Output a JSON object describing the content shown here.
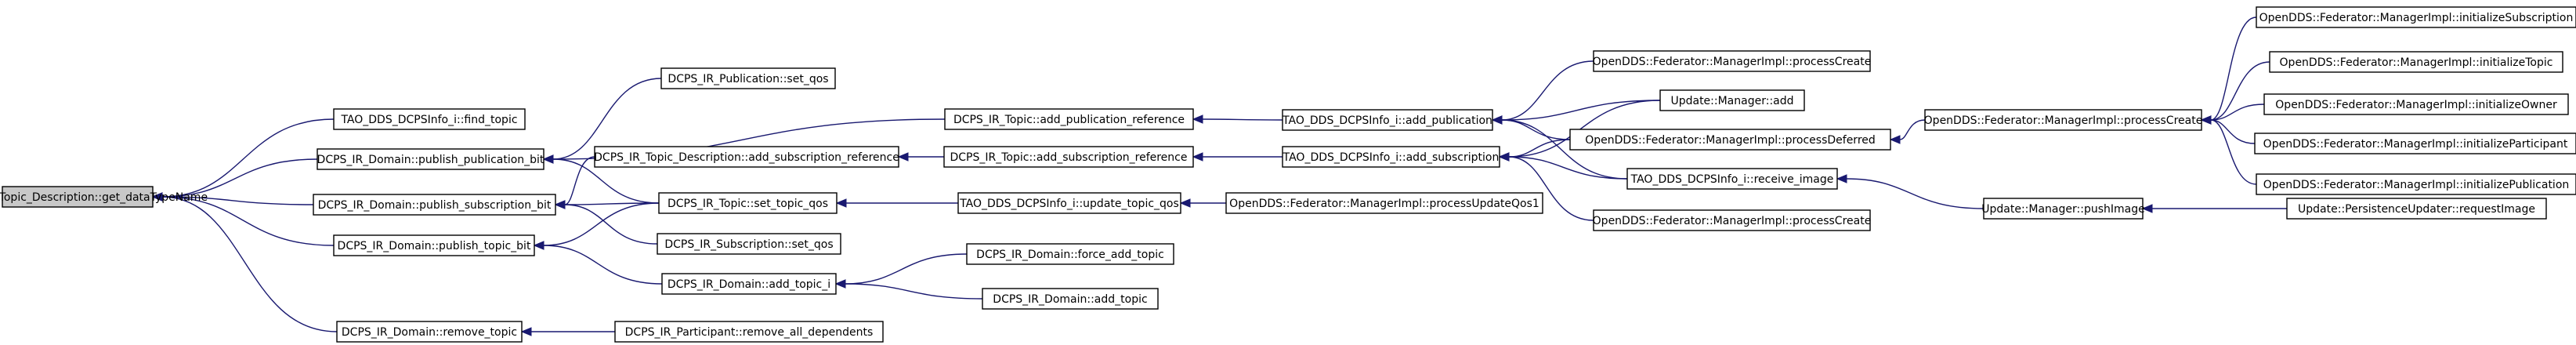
{
  "graph": {
    "nodes": [
      {
        "id": "root",
        "label": "DCPS_IR_Topic_Description::get_dataTypeName",
        "root": true
      },
      {
        "id": "find_topic",
        "label": "TAO_DDS_DCPSInfo_i::find_topic"
      },
      {
        "id": "publish_publication_bit",
        "label": "DCPS_IR_Domain::publish_publication_bit"
      },
      {
        "id": "publish_subscription_bit",
        "label": "DCPS_IR_Domain::publish_subscription_bit"
      },
      {
        "id": "publish_topic_bit",
        "label": "DCPS_IR_Domain::publish_topic_bit"
      },
      {
        "id": "remove_topic",
        "label": "DCPS_IR_Domain::remove_topic"
      },
      {
        "id": "pub_set_qos",
        "label": "DCPS_IR_Publication::set_qos"
      },
      {
        "id": "add_subscription_reference_td",
        "label": "DCPS_IR_Topic_Description::add_subscription_reference"
      },
      {
        "id": "set_topic_qos",
        "label": "DCPS_IR_Topic::set_topic_qos"
      },
      {
        "id": "sub_set_qos",
        "label": "DCPS_IR_Subscription::set_qos"
      },
      {
        "id": "add_topic_i",
        "label": "DCPS_IR_Domain::add_topic_i"
      },
      {
        "id": "remove_all_dependents",
        "label": "DCPS_IR_Participant::remove_all_dependents"
      },
      {
        "id": "add_publication_reference",
        "label": "DCPS_IR_Topic::add_publication_reference"
      },
      {
        "id": "add_subscription_reference",
        "label": "DCPS_IR_Topic::add_subscription_reference"
      },
      {
        "id": "update_topic_qos",
        "label": "TAO_DDS_DCPSInfo_i::update_topic_qos"
      },
      {
        "id": "force_add_topic",
        "label": "DCPS_IR_Domain::force_add_topic"
      },
      {
        "id": "add_topic",
        "label": "DCPS_IR_Domain::add_topic"
      },
      {
        "id": "add_publication",
        "label": "TAO_DDS_DCPSInfo_i::add_publication"
      },
      {
        "id": "add_subscription",
        "label": "TAO_DDS_DCPSInfo_i::add_subscription"
      },
      {
        "id": "processUpdateQos1",
        "label": "OpenDDS::Federator::ManagerImpl::processUpdateQos1"
      },
      {
        "id": "processCreate_a",
        "label": "OpenDDS::Federator::ManagerImpl::processCreate"
      },
      {
        "id": "manager_add",
        "label": "Update::Manager::add"
      },
      {
        "id": "processDeferred",
        "label": "OpenDDS::Federator::ManagerImpl::processDeferred"
      },
      {
        "id": "receive_image",
        "label": "TAO_DDS_DCPSInfo_i::receive_image"
      },
      {
        "id": "processCreate_b",
        "label": "OpenDDS::Federator::ManagerImpl::processCreate"
      },
      {
        "id": "processCreate_c",
        "label": "OpenDDS::Federator::ManagerImpl::processCreate"
      },
      {
        "id": "pushImage",
        "label": "Update::Manager::pushImage"
      },
      {
        "id": "initializeSubscription",
        "label": "OpenDDS::Federator::ManagerImpl::initializeSubscription"
      },
      {
        "id": "initializeTopic",
        "label": "OpenDDS::Federator::ManagerImpl::initializeTopic"
      },
      {
        "id": "initializeOwner",
        "label": "OpenDDS::Federator::ManagerImpl::initializeOwner"
      },
      {
        "id": "initializeParticipant",
        "label": "OpenDDS::Federator::ManagerImpl::initializeParticipant"
      },
      {
        "id": "initializePublication",
        "label": "OpenDDS::Federator::ManagerImpl::initializePublication"
      },
      {
        "id": "requestImage",
        "label": "Update::PersistenceUpdater::requestImage"
      }
    ],
    "edges": [
      [
        "root",
        "find_topic"
      ],
      [
        "root",
        "publish_publication_bit"
      ],
      [
        "root",
        "publish_subscription_bit"
      ],
      [
        "root",
        "publish_topic_bit"
      ],
      [
        "root",
        "remove_topic"
      ],
      [
        "publish_publication_bit",
        "pub_set_qos"
      ],
      [
        "publish_publication_bit",
        "add_publication_reference"
      ],
      [
        "publish_publication_bit",
        "set_topic_qos"
      ],
      [
        "publish_subscription_bit",
        "add_subscription_reference_td"
      ],
      [
        "publish_subscription_bit",
        "set_topic_qos"
      ],
      [
        "publish_subscription_bit",
        "sub_set_qos"
      ],
      [
        "publish_topic_bit",
        "set_topic_qos"
      ],
      [
        "publish_topic_bit",
        "add_topic_i"
      ],
      [
        "remove_topic",
        "remove_all_dependents"
      ],
      [
        "add_subscription_reference_td",
        "add_subscription_reference"
      ],
      [
        "set_topic_qos",
        "update_topic_qos"
      ],
      [
        "add_topic_i",
        "force_add_topic"
      ],
      [
        "add_topic_i",
        "add_topic"
      ],
      [
        "add_publication_reference",
        "add_publication"
      ],
      [
        "add_subscription_reference",
        "add_subscription"
      ],
      [
        "update_topic_qos",
        "processUpdateQos1"
      ],
      [
        "add_publication",
        "processCreate_a"
      ],
      [
        "add_publication",
        "manager_add"
      ],
      [
        "add_publication",
        "processDeferred"
      ],
      [
        "add_publication",
        "receive_image"
      ],
      [
        "add_subscription",
        "manager_add"
      ],
      [
        "add_subscription",
        "processDeferred"
      ],
      [
        "add_subscription",
        "receive_image"
      ],
      [
        "add_subscription",
        "processCreate_b"
      ],
      [
        "processDeferred",
        "processCreate_c"
      ],
      [
        "receive_image",
        "pushImage"
      ],
      [
        "processCreate_c",
        "initializeSubscription"
      ],
      [
        "processCreate_c",
        "initializeTopic"
      ],
      [
        "processCreate_c",
        "initializeOwner"
      ],
      [
        "processCreate_c",
        "initializeParticipant"
      ],
      [
        "processCreate_c",
        "initializePublication"
      ],
      [
        "pushImage",
        "requestImage"
      ]
    ]
  }
}
